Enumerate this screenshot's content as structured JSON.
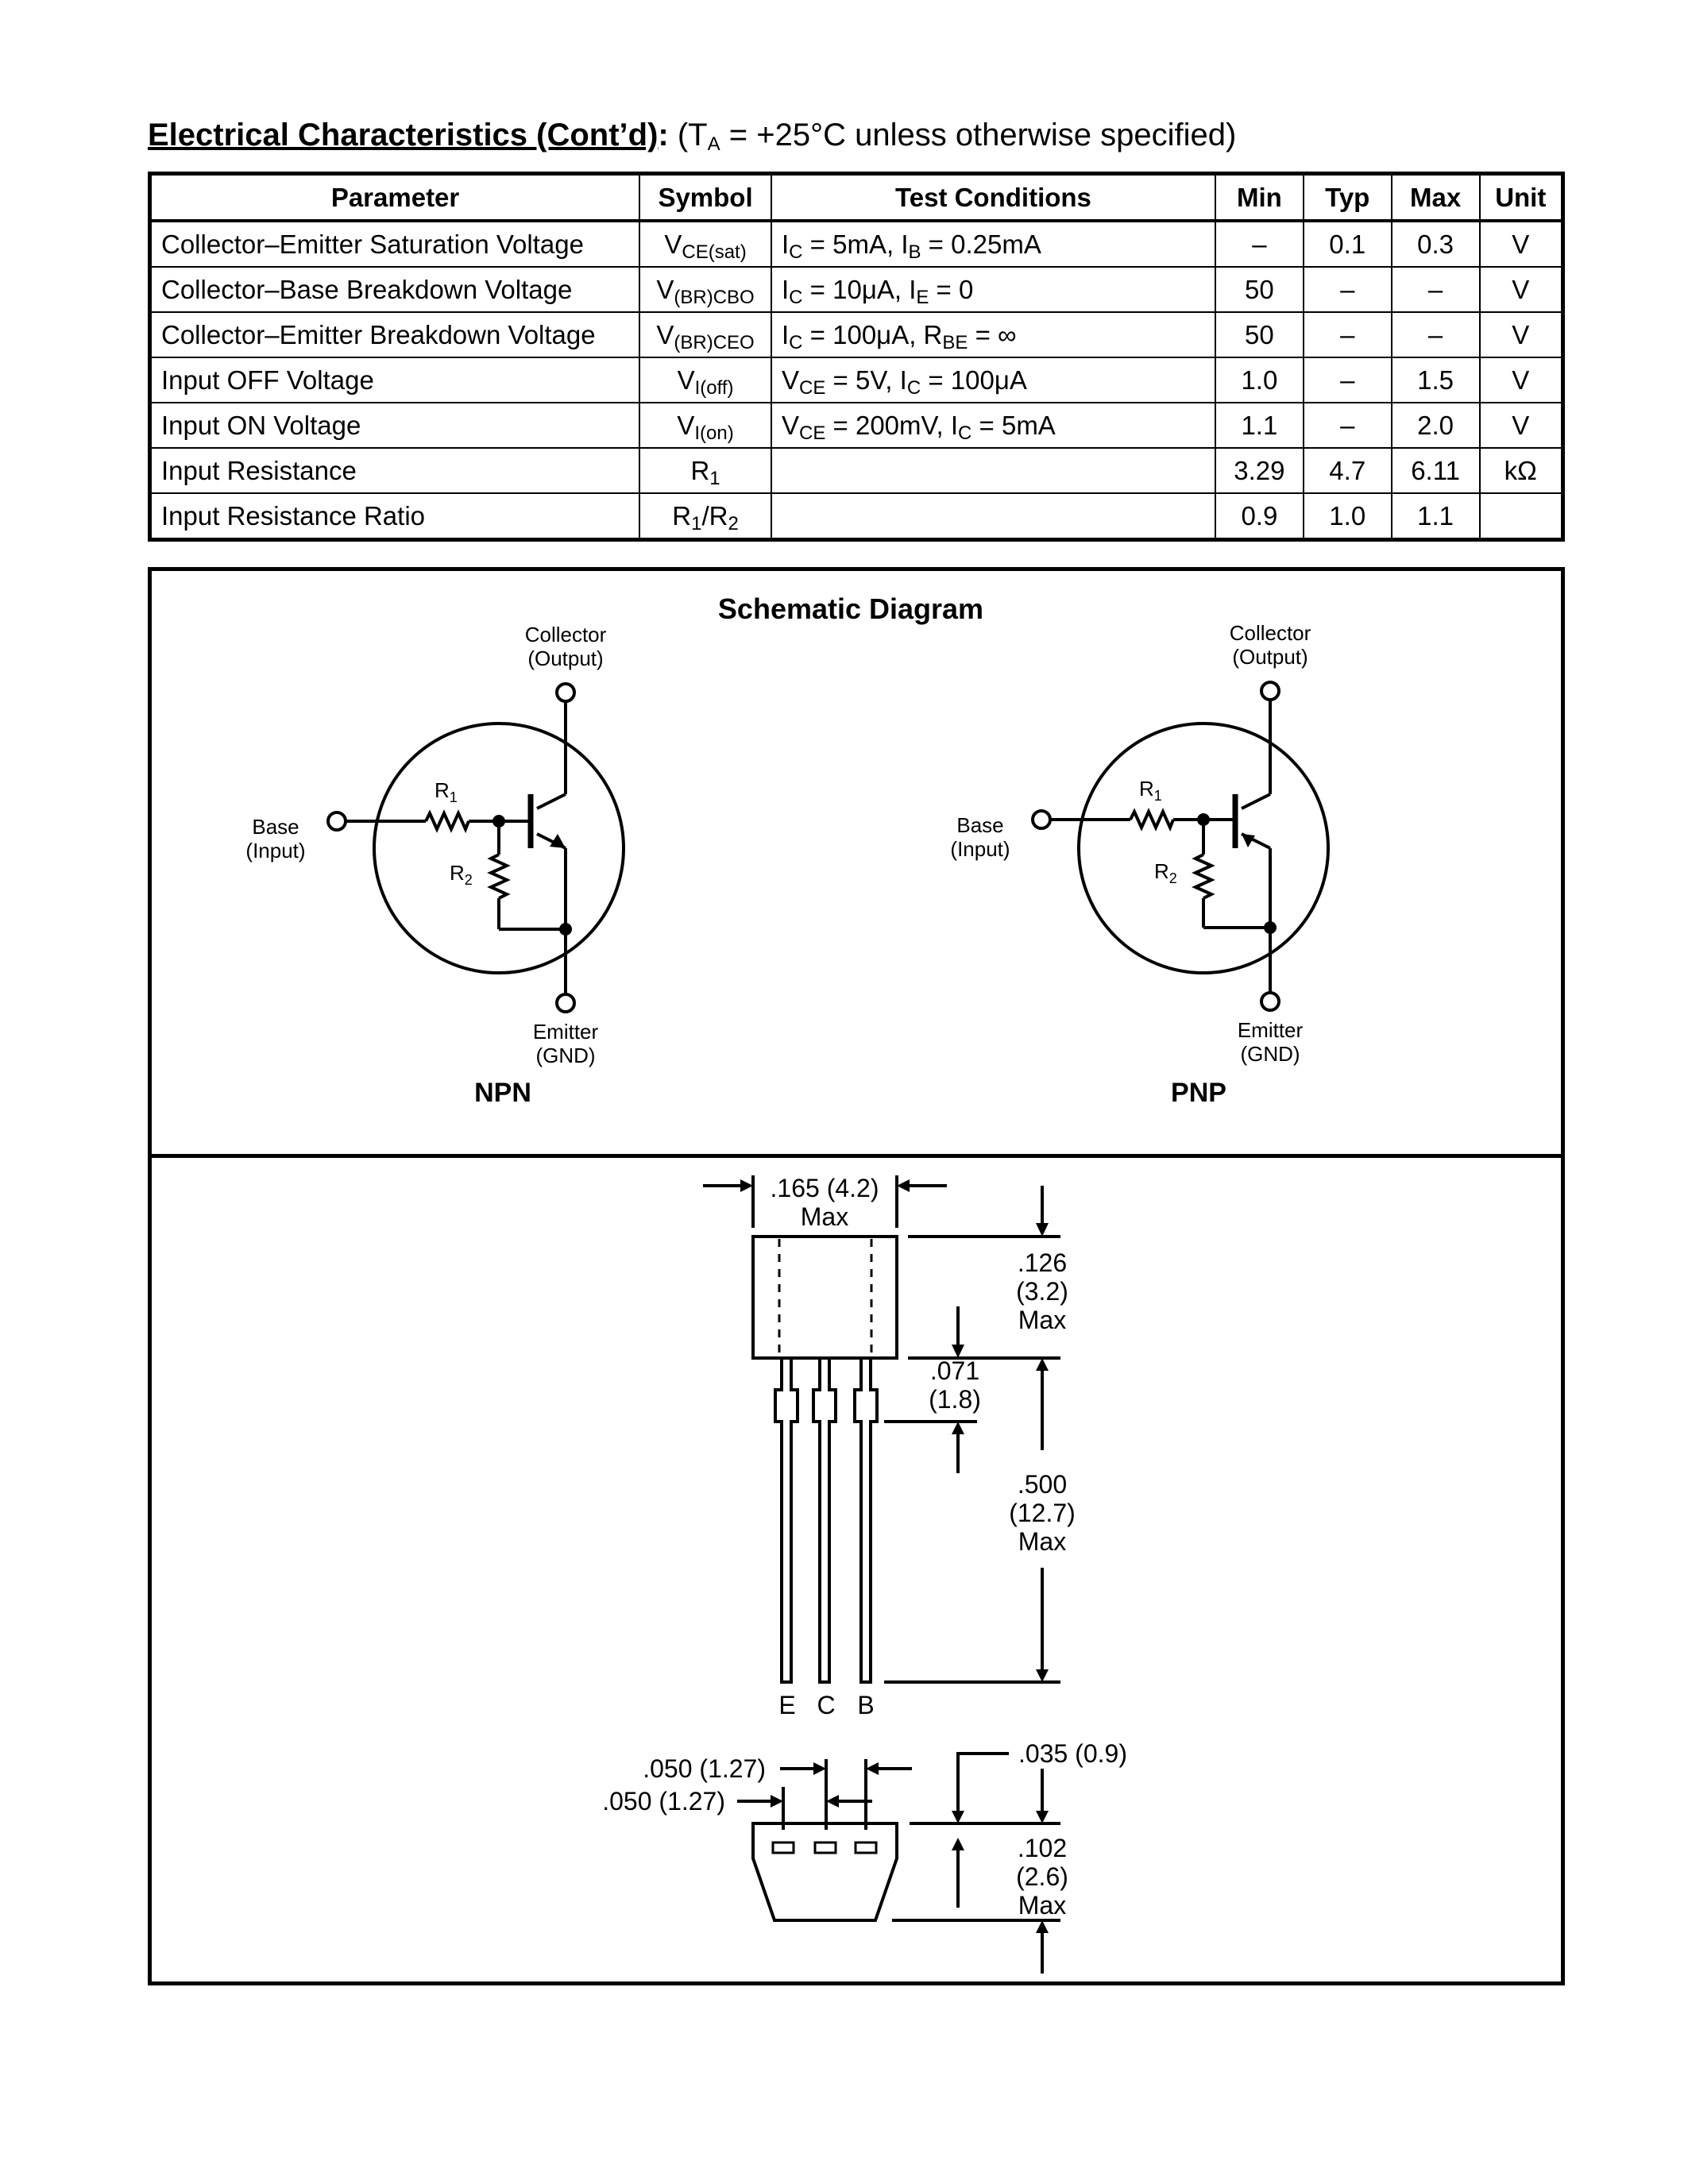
{
  "heading": {
    "title": "Electrical Characteristics (Cont’d)",
    "colon": ":",
    "cond_open": " (T",
    "cond_sub": "A",
    "cond_rest": " = +25°C unless otherwise specified)"
  },
  "table": {
    "headers": [
      "Parameter",
      "Symbol",
      "Test Conditions",
      "Min",
      "Typ",
      "Max",
      "Unit"
    ],
    "rows": [
      {
        "param": "Collector–Emitter Saturation Voltage",
        "sym": [
          {
            "t": "V"
          },
          {
            "s": "CE(sat)"
          }
        ],
        "cond": [
          {
            "t": "I"
          },
          {
            "s": "C"
          },
          {
            "t": " = 5mA, I"
          },
          {
            "s": "B"
          },
          {
            "t": " = 0.25mA"
          }
        ],
        "min": "–",
        "typ": "0.1",
        "max": "0.3",
        "unit": "V"
      },
      {
        "param": "Collector–Base Breakdown Voltage",
        "sym": [
          {
            "t": "V"
          },
          {
            "s": "(BR)CBO"
          }
        ],
        "cond": [
          {
            "t": "I"
          },
          {
            "s": "C"
          },
          {
            "t": " = 10μA, I"
          },
          {
            "s": "E"
          },
          {
            "t": " = 0"
          }
        ],
        "min": "50",
        "typ": "–",
        "max": "–",
        "unit": "V"
      },
      {
        "param": "Collector–Emitter Breakdown Voltage",
        "sym": [
          {
            "t": "V"
          },
          {
            "s": "(BR)CEO"
          }
        ],
        "cond": [
          {
            "t": "I"
          },
          {
            "s": "C"
          },
          {
            "t": " = 100μA, R"
          },
          {
            "s": "BE"
          },
          {
            "t": " = ∞"
          }
        ],
        "min": "50",
        "typ": "–",
        "max": "–",
        "unit": "V"
      },
      {
        "param": "Input OFF Voltage",
        "sym": [
          {
            "t": "V"
          },
          {
            "s": "I(off)"
          }
        ],
        "cond": [
          {
            "t": "V"
          },
          {
            "s": "CE"
          },
          {
            "t": " = 5V, I"
          },
          {
            "s": "C"
          },
          {
            "t": " = 100μA"
          }
        ],
        "min": "1.0",
        "typ": "–",
        "max": "1.5",
        "unit": "V"
      },
      {
        "param": "Input ON Voltage",
        "sym": [
          {
            "t": "V"
          },
          {
            "s": "I(on)"
          }
        ],
        "cond": [
          {
            "t": "V"
          },
          {
            "s": "CE"
          },
          {
            "t": " = 200mV, I"
          },
          {
            "s": "C"
          },
          {
            "t": " = 5mA"
          }
        ],
        "min": "1.1",
        "typ": "–",
        "max": "2.0",
        "unit": "V"
      },
      {
        "param": "Input Resistance",
        "sym": [
          {
            "t": "R"
          },
          {
            "s": "1"
          }
        ],
        "cond": [],
        "min": "3.29",
        "typ": "4.7",
        "max": "6.11",
        "unit": "kΩ"
      },
      {
        "param": "Input Resistance Ratio",
        "sym": [
          {
            "t": "R"
          },
          {
            "s": "1"
          },
          {
            "t": "/R"
          },
          {
            "s": "2"
          }
        ],
        "cond": [],
        "min": "0.9",
        "typ": "1.0",
        "max": "1.1",
        "unit": ""
      }
    ]
  },
  "schematic": {
    "title": "Schematic Diagram",
    "collector": "Collector",
    "output": "(Output)",
    "base": "Base",
    "input": "(Input)",
    "emitter": "Emitter",
    "gnd": "(GND)",
    "r": "R",
    "r1_sub": "1",
    "r2_sub": "2",
    "npn": "NPN",
    "pnp": "PNP"
  },
  "package": {
    "width_dim": ".165 (4.2)",
    "width_max": "Max",
    "h1_a": ".126",
    "h1_b": "(3.2)",
    "h1_c": "Max",
    "h2_a": ".071",
    "h2_b": "(1.8)",
    "lead_a": ".500",
    "lead_b": "(12.7)",
    "lead_c": "Max",
    "pin_e": "E",
    "pin_c": "C",
    "pin_b": "B",
    "pitch1": ".050 (1.27)",
    "pitch2": ".050 (1.27)",
    "lead_w": ".035 (0.9)",
    "depth_a": ".102",
    "depth_b": "(2.6)",
    "depth_c": "Max"
  }
}
